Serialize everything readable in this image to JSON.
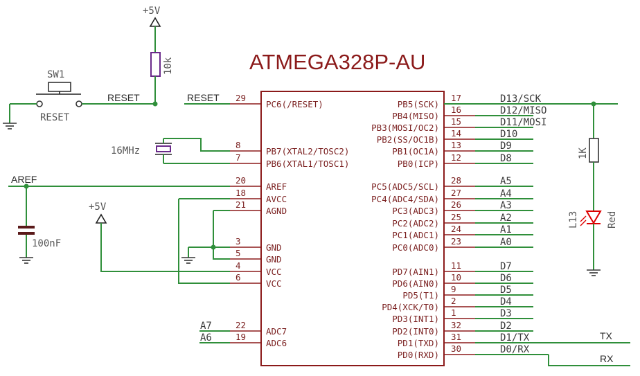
{
  "title": "ATMEGA328P-AU",
  "supply": {
    "top": "+5V",
    "left": "+5V"
  },
  "resistor_pullup": "10k",
  "switch": {
    "ref": "SW1",
    "name": "RESET"
  },
  "reset_net_left": "RESET",
  "reset_net_right": "RESET",
  "crystal": "16MHz",
  "aref_net": "AREF",
  "cap": "100nF",
  "led_resistor": "1K",
  "led": {
    "ref": "L13",
    "color": "Red"
  },
  "left_pins": [
    {
      "num": "29",
      "name": "PC6(/RESET)"
    },
    {
      "num": "8",
      "name": "PB7(XTAL2/TOSC2)"
    },
    {
      "num": "7",
      "name": "PB6(XTAL1/TOSC1)"
    },
    {
      "num": "20",
      "name": "AREF"
    },
    {
      "num": "18",
      "name": "AVCC"
    },
    {
      "num": "21",
      "name": "AGND"
    },
    {
      "num": "3",
      "name": "GND"
    },
    {
      "num": "5",
      "name": "GND"
    },
    {
      "num": "4",
      "name": "VCC"
    },
    {
      "num": "6",
      "name": "VCC"
    },
    {
      "num": "22",
      "name": "ADC7",
      "net": "A7"
    },
    {
      "num": "19",
      "name": "ADC6",
      "net": "A6"
    }
  ],
  "right_pins": [
    {
      "num": "17",
      "name": "PB5(SCK)",
      "net": "D13/SCK"
    },
    {
      "num": "16",
      "name": "PB4(MISO)",
      "net": "D12/MISO"
    },
    {
      "num": "15",
      "name": "PB3(MOSI/OC2)",
      "net": "D11/MOSI"
    },
    {
      "num": "14",
      "name": "PB2(SS/OC1B)",
      "net": "D10"
    },
    {
      "num": "13",
      "name": "PB1(OC1A)",
      "net": "D9"
    },
    {
      "num": "12",
      "name": "PB0(ICP)",
      "net": "D8"
    },
    {
      "num": "28",
      "name": "PC5(ADC5/SCL)",
      "net": "A5"
    },
    {
      "num": "27",
      "name": "PC4(ADC4/SDA)",
      "net": "A4"
    },
    {
      "num": "26",
      "name": "PC3(ADC3)",
      "net": "A3"
    },
    {
      "num": "25",
      "name": "PC2(ADC2)",
      "net": "A2"
    },
    {
      "num": "24",
      "name": "PC1(ADC1)",
      "net": "A1"
    },
    {
      "num": "23",
      "name": "PC0(ADC0)",
      "net": "A0"
    },
    {
      "num": "11",
      "name": "PD7(AIN1)",
      "net": "D7"
    },
    {
      "num": "10",
      "name": "PD6(AIN0)",
      "net": "D6"
    },
    {
      "num": "9",
      "name": "PD5(T1)",
      "net": "D5"
    },
    {
      "num": "2",
      "name": "PD4(XCK/T0)",
      "net": "D4"
    },
    {
      "num": "1",
      "name": "PD3(INT1)",
      "net": "D3"
    },
    {
      "num": "32",
      "name": "PD2(INT0)",
      "net": "D2"
    },
    {
      "num": "31",
      "name": "PD1(TXD)",
      "net": "D1/TX"
    },
    {
      "num": "30",
      "name": "PD0(RXD)",
      "net": "D0/RX"
    }
  ],
  "tx_label": "TX",
  "rx_label": "RX"
}
